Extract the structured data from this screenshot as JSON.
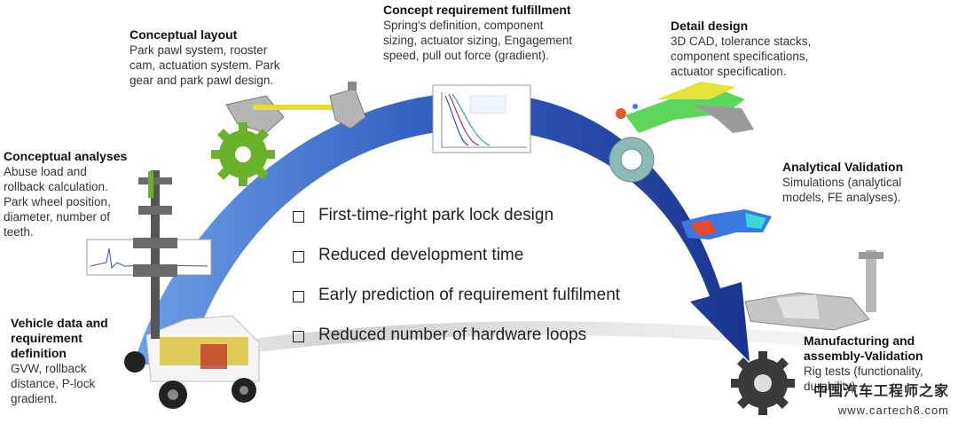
{
  "stages": [
    {
      "title": "Vehicle data and\nrequirement\ndefinition",
      "desc": "GVW, rollback\ndistance, P-lock\ngradient."
    },
    {
      "title": "Conceptual analyses",
      "desc": "Abuse load and\nrollback  calculation.\nPark wheel position,\ndiameter, number of\nteeth."
    },
    {
      "title": "Conceptual layout",
      "desc": "Park pawl system, rooster\ncam, actuation system. Park\ngear and park pawl design."
    },
    {
      "title": "Concept requirement fulfillment",
      "desc": "Spring's definition, component\nsizing, actuator sizing, Engagement\nspeed, pull out force (gradient)."
    },
    {
      "title": "Detail design",
      "desc": "3D CAD, tolerance stacks,\ncomponent specifications,\nactuator specification."
    },
    {
      "title": "Analytical Validation",
      "desc": "Simulations (analytical\nmodels, FE analyses)."
    },
    {
      "title": "Manufacturing and\nassembly-Validation",
      "desc": "Rig tests (functionality,\ndurability)"
    }
  ],
  "benefits": [
    "First-time-right park lock design",
    "Reduced development time",
    "Early prediction of requirement fulfilment",
    "Reduced number of hardware loops"
  ],
  "watermark": {
    "cn": "中国汽车工程师之家",
    "url": "www.cartech8.com"
  },
  "colors": {
    "arrow": "#1f3f9e",
    "arrow_light": "#6f9fe6",
    "gear": "#6ab22a"
  }
}
